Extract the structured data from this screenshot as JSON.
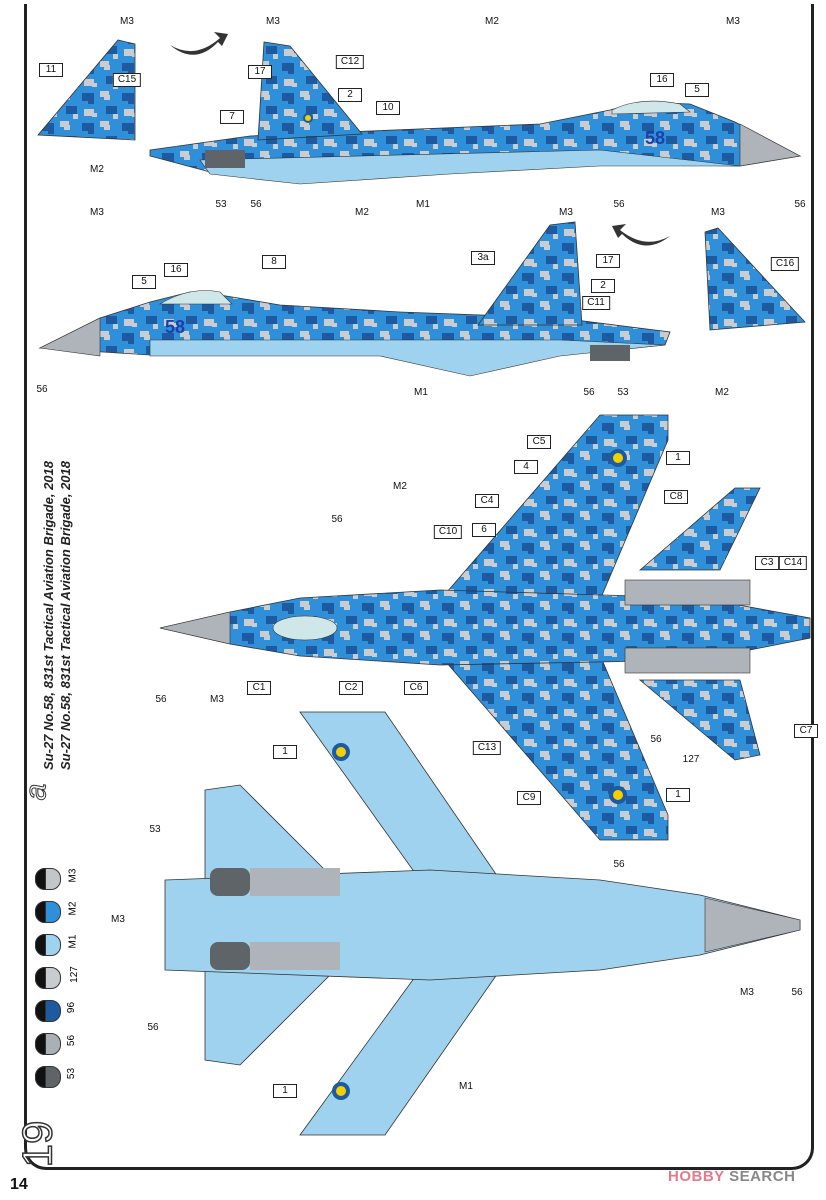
{
  "page_number": "14",
  "step_number": "19",
  "variant_letter": "a",
  "captions": [
    "Su-27 No.58, 831st Tactical Aviation Brigade, 2018",
    "Su-27 No.58, 831st Tactical Aviation Brigade, 2018"
  ],
  "tail_number": "58",
  "paints": [
    {
      "code": "M3",
      "color": "#c3c6c9"
    },
    {
      "code": "M2",
      "color": "#2f8fd8"
    },
    {
      "code": "M1",
      "color": "#9fd2ee"
    },
    {
      "code": "127",
      "color": "#c8ccd0"
    },
    {
      "code": "96",
      "color": "#1d5aa0"
    },
    {
      "code": "56",
      "color": "#a9b0b6"
    },
    {
      "code": "53",
      "color": "#5f6468"
    }
  ],
  "callouts": {
    "side_right": [
      "11",
      "C15",
      "M3",
      "M2",
      "M3",
      "17",
      "C12",
      "2",
      "10",
      "7",
      "M2",
      "M3",
      "16",
      "5",
      "53",
      "56",
      "M1",
      "56",
      "56"
    ],
    "side_left": [
      "M3",
      "M2",
      "M3",
      "M3",
      "5",
      "16",
      "8",
      "3a",
      "17",
      "2",
      "C11",
      "C16",
      "56",
      "M1",
      "56",
      "53",
      "M2"
    ],
    "top": [
      "C5",
      "1",
      "4",
      "C8",
      "C4",
      "C10",
      "6",
      "M2",
      "56",
      "C3",
      "C14",
      "C1",
      "C2",
      "C6",
      "56",
      "M3",
      "56",
      "C7",
      "127",
      "C13",
      "1",
      "C9"
    ],
    "bottom": [
      "1",
      "53",
      "M3",
      "56",
      "56",
      "M3",
      "56",
      "M1",
      "1"
    ]
  },
  "watermark": {
    "brand": "HOBBY",
    "suffix": "SEARCH"
  },
  "colors": {
    "M2": "#2f8fd8",
    "M1": "#9fd2ee",
    "dark_camo": "#1d5aa0",
    "light_camo": "#c9cdd2",
    "gray": "#aeb4b9"
  }
}
